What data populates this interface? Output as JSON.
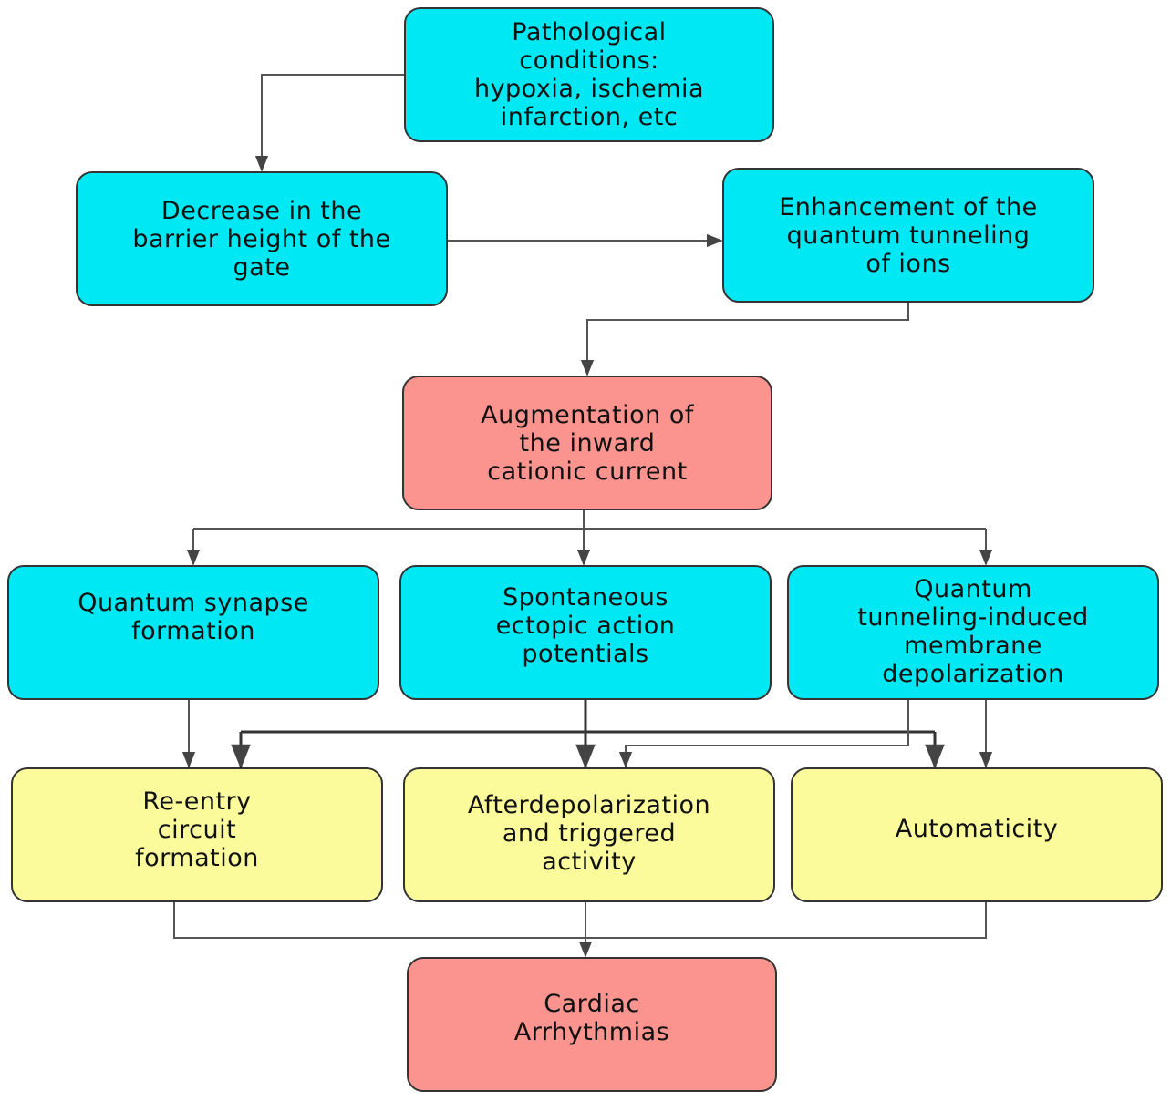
{
  "diagram": {
    "nodes": {
      "pathological": {
        "label": "Pathological\nconditions:\n   hypoxia, ischemia\ninfarction, etc",
        "color": "#00e8f4"
      },
      "decrease": {
        "label": "Decrease in the\nbarrier height of the\ngate",
        "color": "#00e8f4"
      },
      "enhancement": {
        "label": "Enhancement of the\nquantum tunneling\nof ions",
        "color": "#00e8f4"
      },
      "augmentation": {
        "label": "Augmentation of\nthe inward\ncationic current",
        "color": "#fb938f"
      },
      "synapse": {
        "label": "Quantum synapse\nformation",
        "color": "#00e8f4"
      },
      "ectopic": {
        "label": "Spontaneous\nectopic action\npotentials",
        "color": "#00e8f4"
      },
      "tunneling_depol": {
        "label": "Quantum\ntunneling-induced\nmembrane\ndepolarization",
        "color": "#00e8f4"
      },
      "reentry": {
        "label": "Re-entry\ncircuit\nformation",
        "color": "#fbfb9b"
      },
      "afterdepolarization": {
        "label": "Afterdepolarization\nand triggered\nactivity",
        "color": "#fbfb9b"
      },
      "automaticity": {
        "label": "Automaticity",
        "color": "#fbfb9b"
      },
      "cardiac": {
        "label": "Cardiac\nArrhythmias",
        "color": "#fb938f"
      }
    },
    "edges": [
      {
        "from": "pathological",
        "to": "decrease"
      },
      {
        "from": "decrease",
        "to": "enhancement"
      },
      {
        "from": "enhancement",
        "to": "augmentation"
      },
      {
        "from": "augmentation",
        "to": "synapse"
      },
      {
        "from": "augmentation",
        "to": "ectopic"
      },
      {
        "from": "augmentation",
        "to": "tunneling_depol"
      },
      {
        "from": "synapse",
        "to": "reentry"
      },
      {
        "from": "ectopic",
        "to": "afterdepolarization"
      },
      {
        "from": "ectopic",
        "to": "reentry"
      },
      {
        "from": "ectopic",
        "to": "automaticity"
      },
      {
        "from": "tunneling_depol",
        "to": "automaticity"
      },
      {
        "from": "tunneling_depol",
        "to": "afterdepolarization"
      },
      {
        "from": "reentry",
        "to": "cardiac"
      },
      {
        "from": "afterdepolarization",
        "to": "cardiac"
      },
      {
        "from": "automaticity",
        "to": "cardiac"
      }
    ],
    "colors": {
      "line": "#555555",
      "border": "#333333"
    }
  }
}
